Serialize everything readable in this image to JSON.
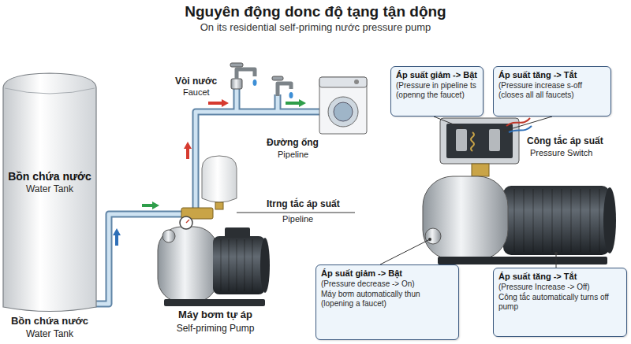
{
  "diagram": {
    "title": "Nguyên động donc độ tạng tận dộng",
    "nodes": [
      {
        "text": [
          "Bồn chứa nước",
          "Water Tank"
        ]
      },
      {
        "text": [
          "Áp suất giảm -> Bật",
          "(Pressure in pipeline ts (openng the faucet)"
        ]
      },
      {
        "text": [
          "Áp suất tăng -> Tắt",
          "(Pressure increase s-off (closes all all faucets)"
        ]
      },
      {
        "text": [
          "Áp suất giảm -> Bật",
          "(Pressure decrease -> On)",
          "Máy bơm automatically thun (lopening a faucet)"
        ]
      },
      {
        "text": [
          "Áp suất tăng -> Tắt",
          "(Pressure Increase -> Off)",
          "Công tắc automatically turns off pump"
        ]
      }
    ],
    "labels": [
      "On its residential self-priming nước pressure pump",
      "Vòi nước",
      "Faucet",
      "Đường ống",
      "Pipeline",
      "Itrng tắc áp suất",
      "Pipeline",
      "Bồn chứa nước",
      "Water Tank",
      "Máy bơm tự áp",
      "Self-priming Pump",
      "Công tắc áp suất",
      "Pressure Switch"
    ]
  }
}
